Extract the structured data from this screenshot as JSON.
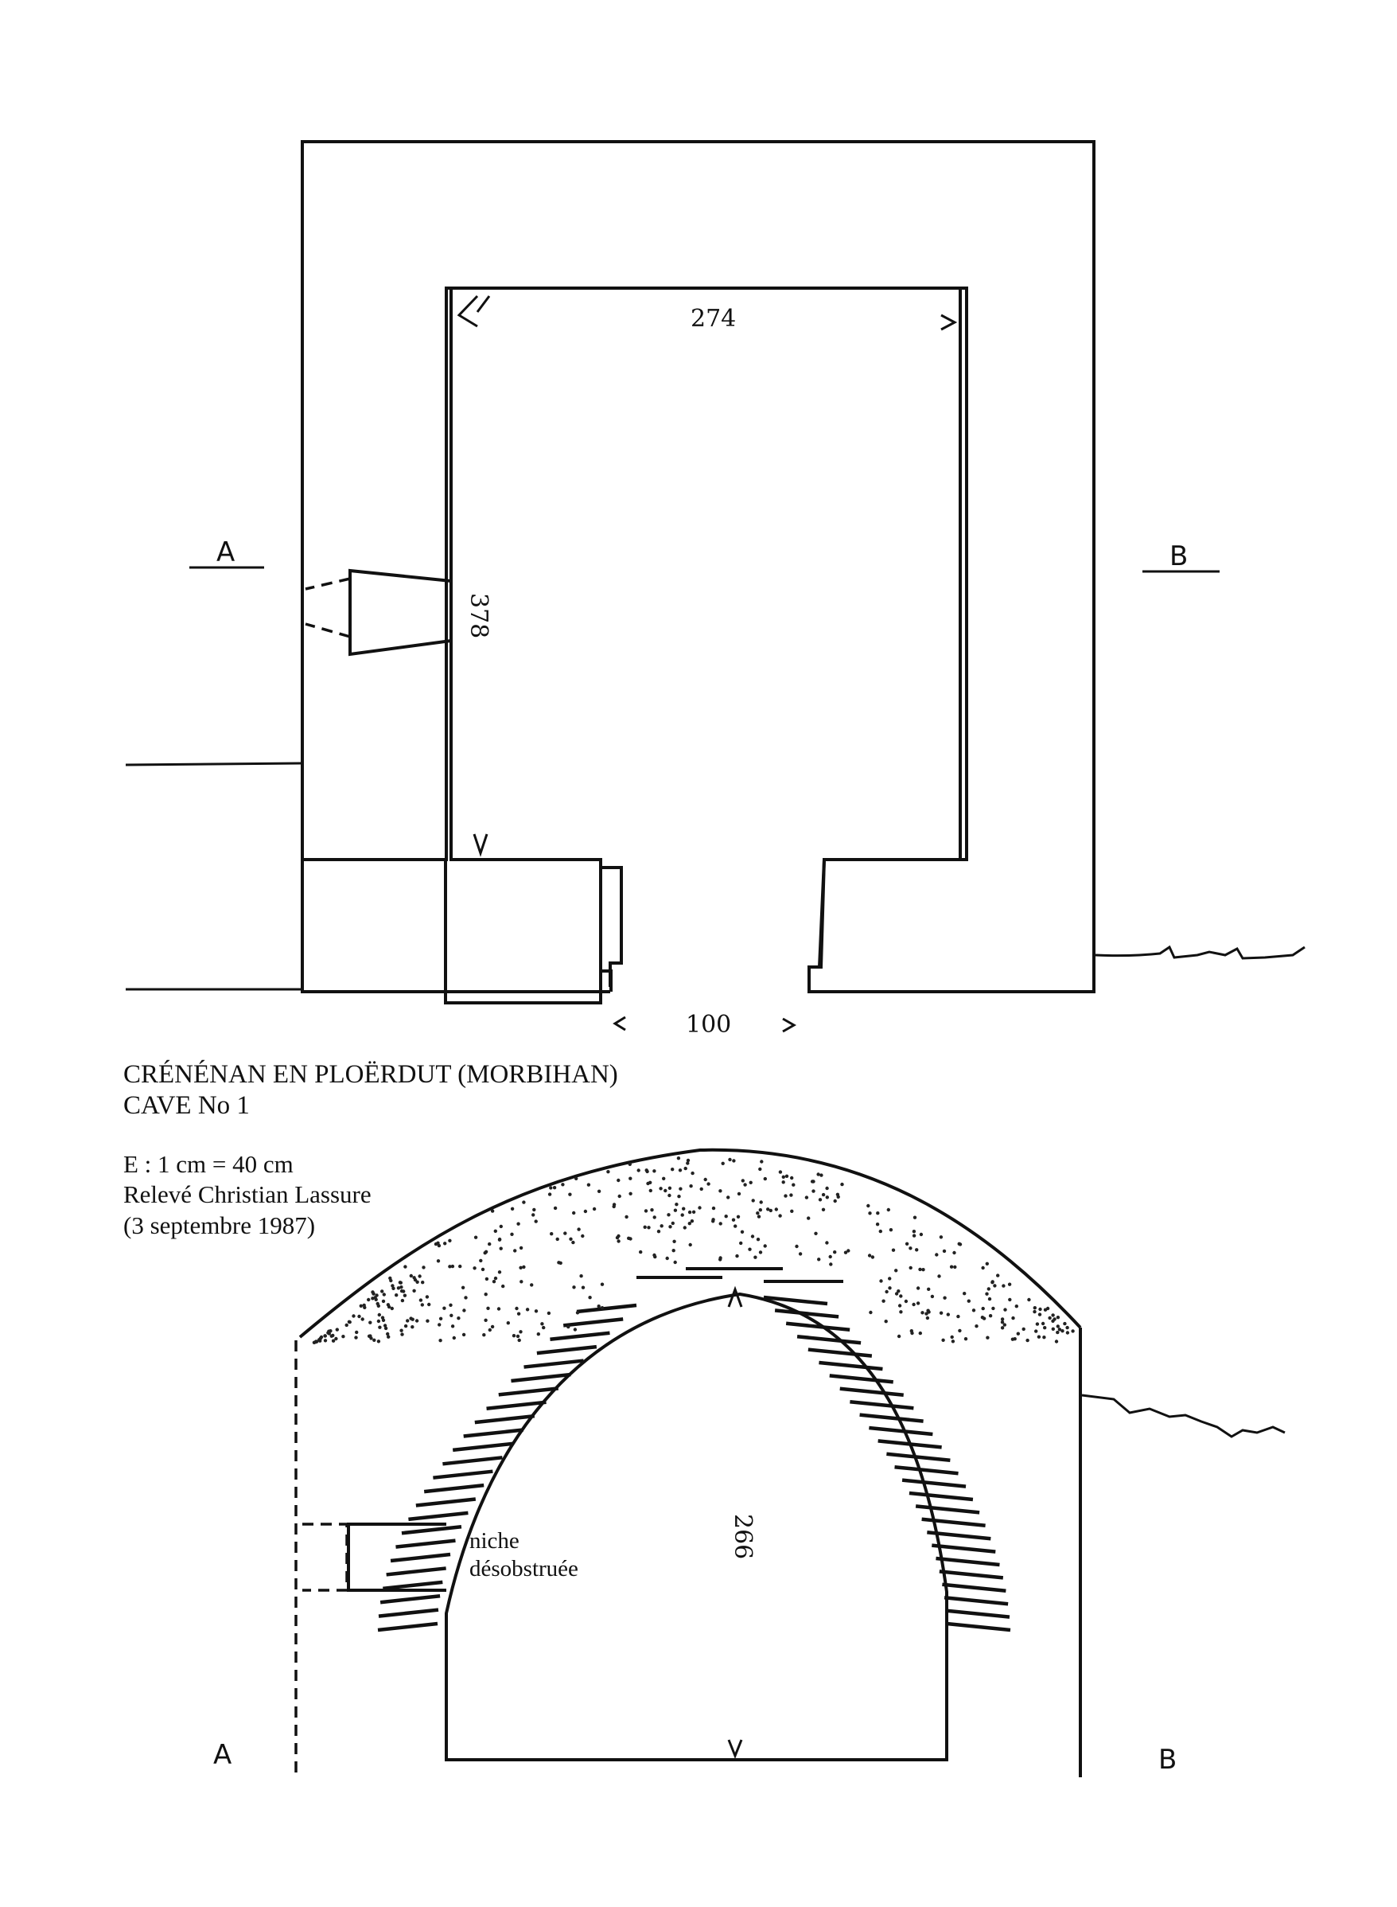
{
  "plan": {
    "dim_width": "274",
    "dim_depth": "378",
    "dim_entrance": "100",
    "section_label_a": "A",
    "section_label_b": "B"
  },
  "caption": {
    "title": "CRÉNÉNAN EN PLOËRDUT (MORBIHAN)",
    "subtitle": "CAVE No 1",
    "scale": "E : 1 cm = 40 cm",
    "surveyor": "Relevé Christian Lassure",
    "date": "(3 septembre 1987)"
  },
  "section": {
    "niche_line1": "niche",
    "niche_line2": "désobstruée",
    "dim_height": "266",
    "label_a": "A",
    "label_b": "B"
  }
}
